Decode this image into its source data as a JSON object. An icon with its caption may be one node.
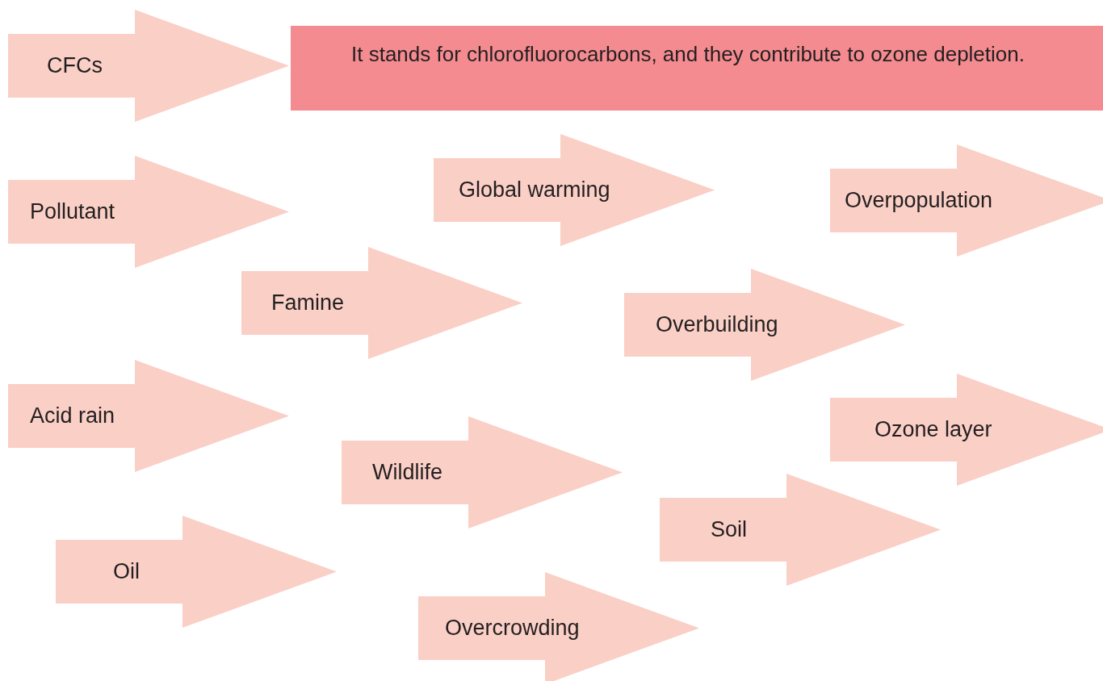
{
  "diagram": {
    "nodes": [
      {
        "text": [
          "CFCs"
        ]
      },
      {
        "text": [
          "It stands for chlorofluorocarbons, and they contribute to ozone depletion."
        ]
      },
      {
        "text": [
          "Pollutant"
        ]
      },
      {
        "text": [
          "Global warming"
        ]
      },
      {
        "text": [
          "Overpopulation"
        ]
      },
      {
        "text": [
          "Famine"
        ]
      },
      {
        "text": [
          "Overbuilding"
        ]
      },
      {
        "text": [
          "Acid rain"
        ]
      },
      {
        "text": [
          "Ozone layer"
        ]
      },
      {
        "text": [
          "Wildlife"
        ]
      },
      {
        "text": [
          "Soil"
        ]
      },
      {
        "text": [
          "Oil"
        ]
      },
      {
        "text": [
          "Overcrowding"
        ]
      }
    ]
  }
}
